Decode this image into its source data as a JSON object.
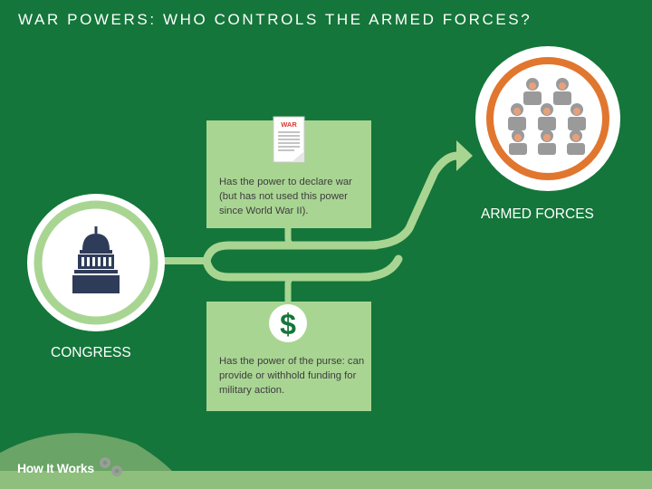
{
  "title": "WAR POWERS: WHO CONTROLS THE ARMED FORCES?",
  "congress": {
    "label": "CONGRESS",
    "icon": "capitol-icon"
  },
  "armed_forces": {
    "label": "ARMED FORCES",
    "icon": "soldiers-icon"
  },
  "war_power": {
    "document_label": "WAR",
    "icon": "document-icon",
    "text": "Has the power to declare war (but has not used this power since World War II)."
  },
  "purse_power": {
    "symbol": "$",
    "icon": "dollar-icon",
    "text": "Has the power of the purse: can provide or withhold funding for military action."
  },
  "footer": {
    "logo": "How It Works",
    "icon": "gears-icon"
  },
  "colors": {
    "background": "#14763a",
    "card": "#a9d593",
    "path": "#9fd08a",
    "capitol": "#2f3c59",
    "forces_ring": "#e1762f",
    "footer_band": "#8ebf7c"
  }
}
